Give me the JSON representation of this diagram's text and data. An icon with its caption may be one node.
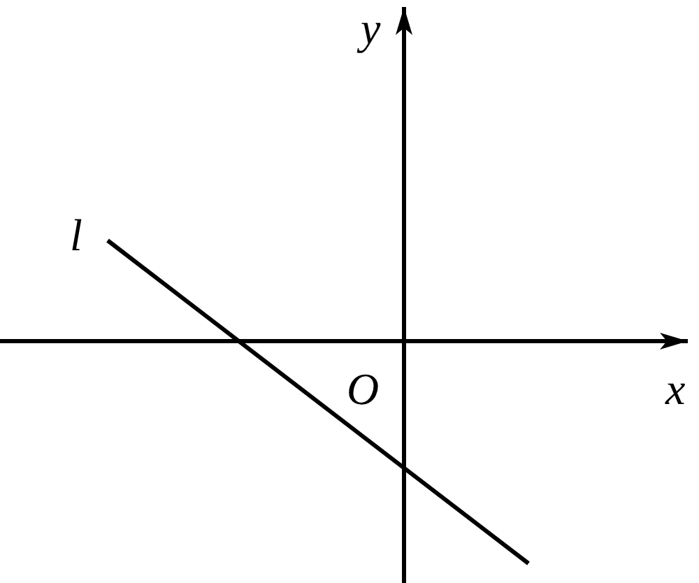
{
  "diagram": {
    "labels": [
      "y",
      "l",
      "O",
      "x"
    ]
  }
}
